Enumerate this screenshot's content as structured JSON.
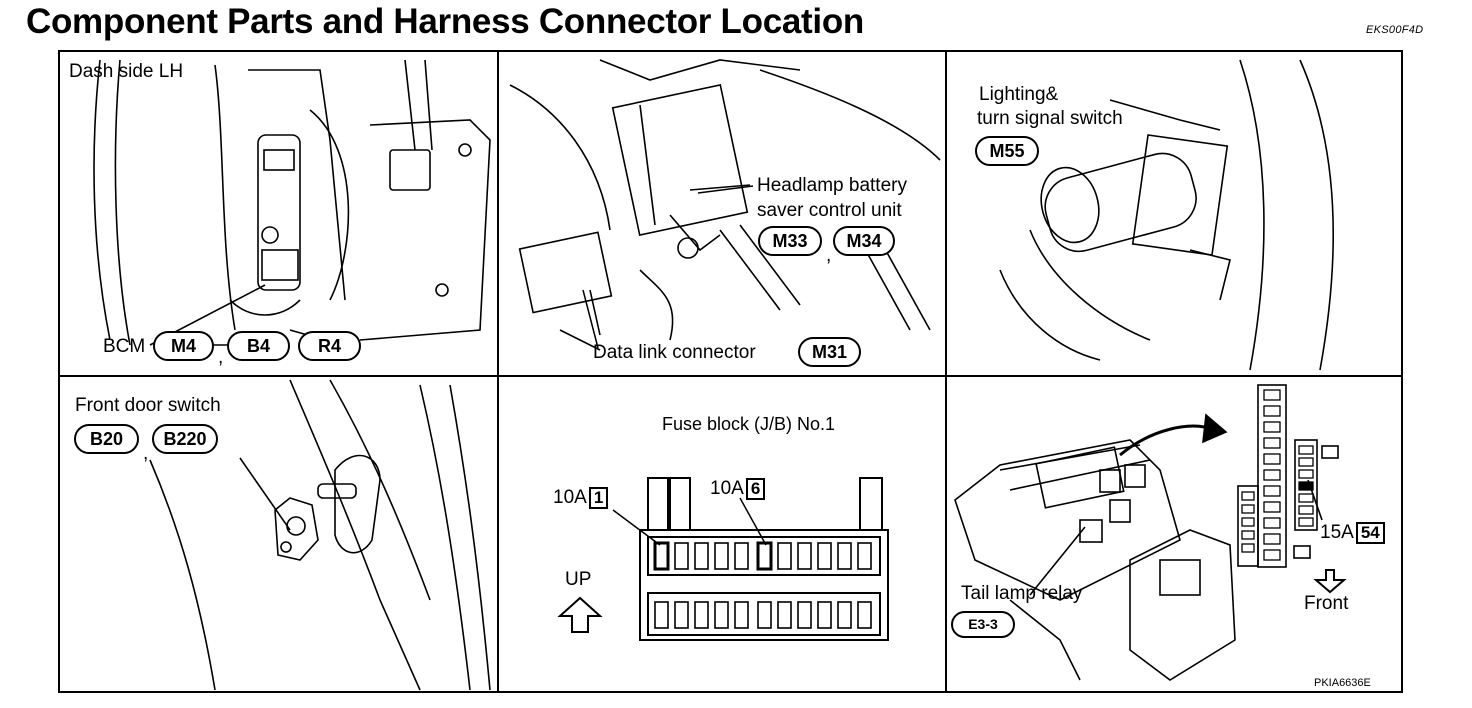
{
  "title": "Component Parts and Harness Connector Location",
  "doc_code": "EKS00F4D",
  "figure_id": "PKIA6636E",
  "panels": {
    "dash": {
      "label": "Dash side LH",
      "component": "BCM",
      "connectors": [
        "M4",
        "B4",
        "R4"
      ],
      "separator": ","
    },
    "headlamp": {
      "unit_line1": "Headlamp battery",
      "unit_line2": "saver control unit",
      "connectors": [
        "M33",
        "M34"
      ],
      "separator": ",",
      "dlc_label": "Data link connector",
      "dlc_connector": "M31"
    },
    "lighting": {
      "line1": "Lighting&",
      "line2": "turn signal switch",
      "connector": "M55"
    },
    "door": {
      "label": "Front door switch",
      "connectors": [
        "B20",
        "B220"
      ],
      "separator": ","
    },
    "fuse": {
      "title": "Fuse block (J/B) No.1",
      "fuse1_amp": "10A",
      "fuse1_num": "1",
      "fuse6_amp": "10A",
      "fuse6_num": "6",
      "up": "UP"
    },
    "relay": {
      "fuse_amp": "15A",
      "fuse_num": "54",
      "front": "Front",
      "relay_label": "Tail lamp relay",
      "connector": "E3-3"
    }
  }
}
